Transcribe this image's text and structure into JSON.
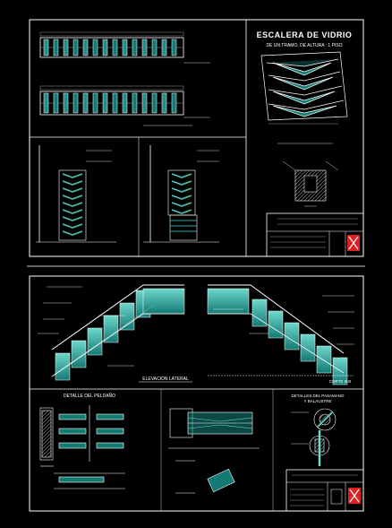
{
  "sheet1": {
    "title": "ESCALERA DE VIDRIO",
    "subtitle": "DE UN TRAMO, DE ALTURA : 1 PISO"
  },
  "sheet2": {
    "elevation_label": "ELEVACIÓN LATERAL",
    "section_label": "CORTE B-B",
    "step_detail_label": "DETALLE DEL PELDAÑO",
    "handrail_detail_label_line1": "DETALLES DEL PASAMANO",
    "handrail_detail_label_line2": "Y BALAUSTRE"
  },
  "colors": {
    "background": "#000000",
    "frame": "#ffffff",
    "glass": "#1f8f8a",
    "glass_light": "#4fc3b8",
    "accent_red": "#e02020",
    "divider": "#c8c8c8"
  }
}
